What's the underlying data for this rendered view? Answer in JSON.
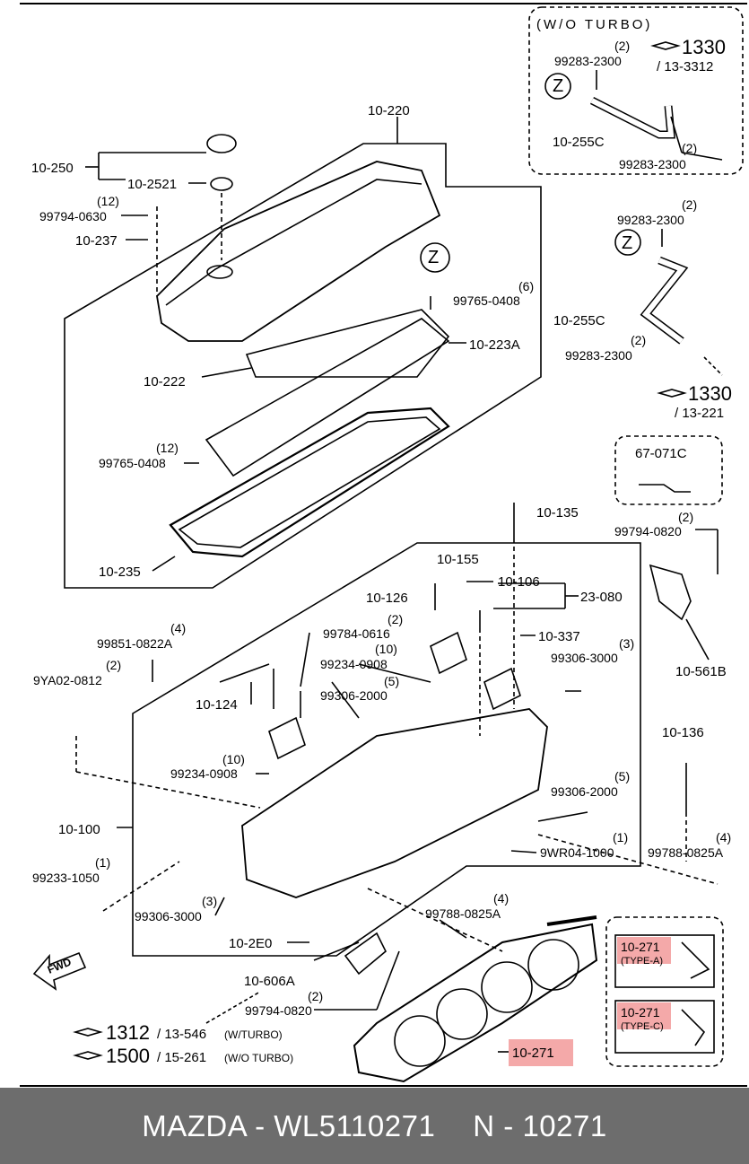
{
  "diagram": {
    "wo_turbo_box": {
      "title": "(W/O TURBO)",
      "ref_main": "1330",
      "ref_sub": "/ 13-3312",
      "qty_top": "(2)",
      "clamp_top": "99283-2300",
      "hose": "10-255C",
      "qty_bottom": "(2)",
      "clamp_bottom": "99283-2300",
      "marker": "Z"
    },
    "turbo_hose": {
      "qty_top": "(2)",
      "clamp_top": "99283-2300",
      "hose": "10-255C",
      "qty_bottom": "(2)",
      "clamp_bottom": "99283-2300",
      "ref_main": "1330",
      "ref_sub": "/ 13-221",
      "marker": "Z"
    },
    "cover_parts": {
      "box_label": "10-220",
      "cap": "10-250",
      "cap_seal": "10-2521",
      "bolt_qty": "(12)",
      "bolt": "99794-0630",
      "insulator": "10-237",
      "marker": "Z",
      "screw_qty": "(6)",
      "screw": "99765-0408",
      "baffle": "10-223A",
      "baffle_gasket": "10-222",
      "screw2_qty": "(12)",
      "screw2": "99765-0408",
      "cover_gasket": "10-235"
    },
    "bracket": {
      "part": "67-071C",
      "bolt_qty": "(2)",
      "bolt": "99794-0820",
      "plate": "10-561B"
    },
    "head_parts": {
      "bolt_long": "10-135",
      "plug": "10-155",
      "seal": "10-106",
      "kit": "23-080",
      "bolt_126": "10-126",
      "pin": "10-337",
      "stud_qty": "(4)",
      "stud": "99851-0822A",
      "bolt2_qty": "(2)",
      "bolt2": "99784-0616",
      "plug2_qty": "(3)",
      "plug2": "99306-3000",
      "bolt3_qty": "(2)",
      "bolt3": "9YA02-0812",
      "pin2_qty": "(10)",
      "pin2": "99234-0908",
      "plug3_qty": "(5)",
      "plug3": "99306-2000",
      "bolt_124": "10-124",
      "bolt_136": "10-136",
      "pin3_qty": "(10)",
      "pin3": "99234-0908",
      "plug4_qty": "(5)",
      "plug4": "99306-2000",
      "head": "10-100",
      "sensor_qty": "(1)",
      "sensor": "9WR04-1000",
      "stud2_qty": "(4)",
      "stud2": "99788-0825A",
      "pin4_qty": "(1)",
      "pin4": "99233-1050",
      "plug5_qty": "(3)",
      "plug5": "99306-3000",
      "stud3_qty": "(4)",
      "stud3": "99788-0825A",
      "fitting": "10-2E0",
      "gasket_outlet": "10-606A",
      "bolt4_qty": "(2)",
      "bolt4": "99794-0820",
      "head_gasket": "10-271",
      "fwd": "FWD"
    },
    "gasket_types": {
      "type_a_part": "10-271",
      "type_a_label": "(TYPE-A)",
      "type_c_part": "10-271",
      "type_c_label": "(TYPE-C)"
    },
    "refs": {
      "ref1_main": "1312",
      "ref1_sub": "/ 13-546",
      "ref1_note": "(W/TURBO)",
      "ref2_main": "1500",
      "ref2_sub": "/ 15-261",
      "ref2_note": "(W/O TURBO)"
    }
  },
  "footer": {
    "brand_part": "MAZDA - WL5110271",
    "code": "N - 10271"
  },
  "colors": {
    "footer_bg": "#6d6d6d",
    "highlight": "#f4a9a9"
  }
}
